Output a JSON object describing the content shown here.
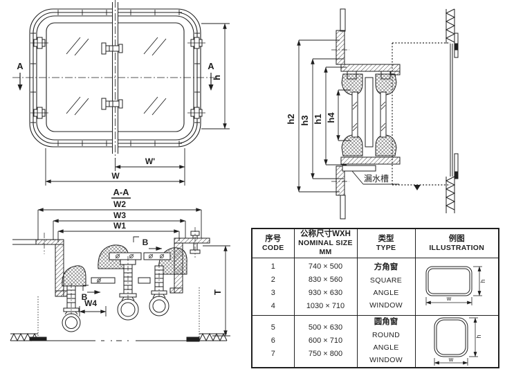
{
  "front_view": {
    "section_mark_left": "A",
    "section_mark_right": "A",
    "dim_h": "h",
    "dim_w_half": "W'",
    "dim_w": "W"
  },
  "vertical_section": {
    "dim_h2": "h2",
    "dim_h3": "h3",
    "dim_h1": "h1",
    "dim_h4": "h4",
    "drain_groove_label": "漏水槽"
  },
  "section_aa": {
    "title": "A-A",
    "dim_w2": "W2",
    "dim_w3": "W3",
    "dim_w1": "W1",
    "dim_w4": "W4",
    "dim_t": "T",
    "detail_mark_top": "B",
    "detail_mark_bottom": "B"
  },
  "table": {
    "headers": {
      "code_zh": "序号",
      "code_en": "CODE",
      "size_zh": "公称尺寸WXH",
      "size_en": "NOMINAL SIZE",
      "size_unit": "MM",
      "type_zh": "类型",
      "type_en": "TYPE",
      "illus_zh": "例图",
      "illus_en": "ILLUSTRATION"
    },
    "groups": [
      {
        "codes": [
          "1",
          "2",
          "3",
          "4"
        ],
        "sizes": [
          "740 × 500",
          "830 × 560",
          "930 × 630",
          "1030 × 710"
        ],
        "type_lines": [
          "方角窗",
          "SQUARE",
          "ANGLE",
          "WINDOW"
        ],
        "illus": {
          "w": "w",
          "h": "h"
        }
      },
      {
        "codes": [
          "5",
          "6",
          "7"
        ],
        "sizes": [
          "500 × 630",
          "600 × 710",
          "750 × 800"
        ],
        "type_lines": [
          "圆角窗",
          "ROUND",
          "ANGLE",
          "WINDOW"
        ],
        "illus": {
          "w": "w",
          "h": "h"
        }
      }
    ]
  },
  "colors": {
    "line": "#1f1f1f",
    "background": "#ffffff"
  }
}
